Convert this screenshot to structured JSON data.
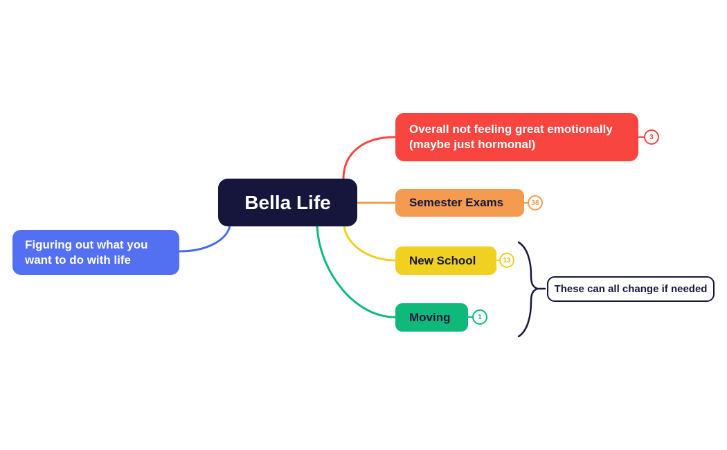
{
  "root": {
    "label": "Bella Life",
    "bg_color": "#16163c",
    "text_color": "#ffffff"
  },
  "left_branches": [
    {
      "label": "Figuring out what you want to do with life",
      "color": "#5470f2",
      "line_color": "#4a68ef",
      "text_color": "#ffffff"
    }
  ],
  "right_branches": [
    {
      "label": "Overall not feeling great emotionally (maybe just hormonal)",
      "badge": "3",
      "color": "#f9453f",
      "line_color": "#f9453f",
      "text_color": "#ffffff"
    },
    {
      "label": "Semester Exams",
      "badge": "38",
      "color": "#f49b50",
      "line_color": "#f49b50",
      "text_color": "#16163c"
    },
    {
      "label": "New School",
      "badge": "13",
      "color": "#f0d020",
      "line_color": "#f0d020",
      "text_color": "#16163c"
    },
    {
      "label": "Moving",
      "badge": "1",
      "color": "#0fb97a",
      "line_color": "#0fb97a",
      "text_color": "#16163c"
    }
  ],
  "annotation": {
    "label": "These can all change if needed",
    "border_color": "#16163c",
    "text_color": "#16163c",
    "brace_color": "#16163c"
  },
  "canvas": {
    "background": "#ffffff"
  }
}
